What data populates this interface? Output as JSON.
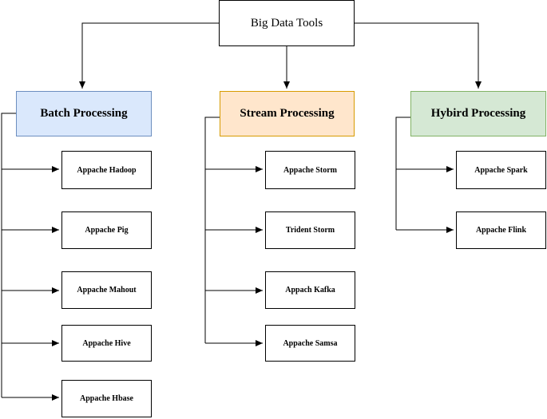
{
  "root": {
    "label": "Big Data Tools"
  },
  "categories": [
    {
      "label": "Batch Processing",
      "color": "#dae8fc",
      "items": [
        "Appache Hadoop",
        "Appache Pig",
        "Appache Mahout",
        "Appache Hive",
        "Appache Hbase"
      ]
    },
    {
      "label": "Stream Processing",
      "color": "#ffe6cc",
      "items": [
        "Appache Storm",
        "Trident Storm",
        "Appach Kafka",
        "Appache Samsa"
      ]
    },
    {
      "label": "Hybird Processing",
      "color": "#d5e8d4",
      "items": [
        "Appache Spark",
        "Appache Flink"
      ]
    }
  ]
}
